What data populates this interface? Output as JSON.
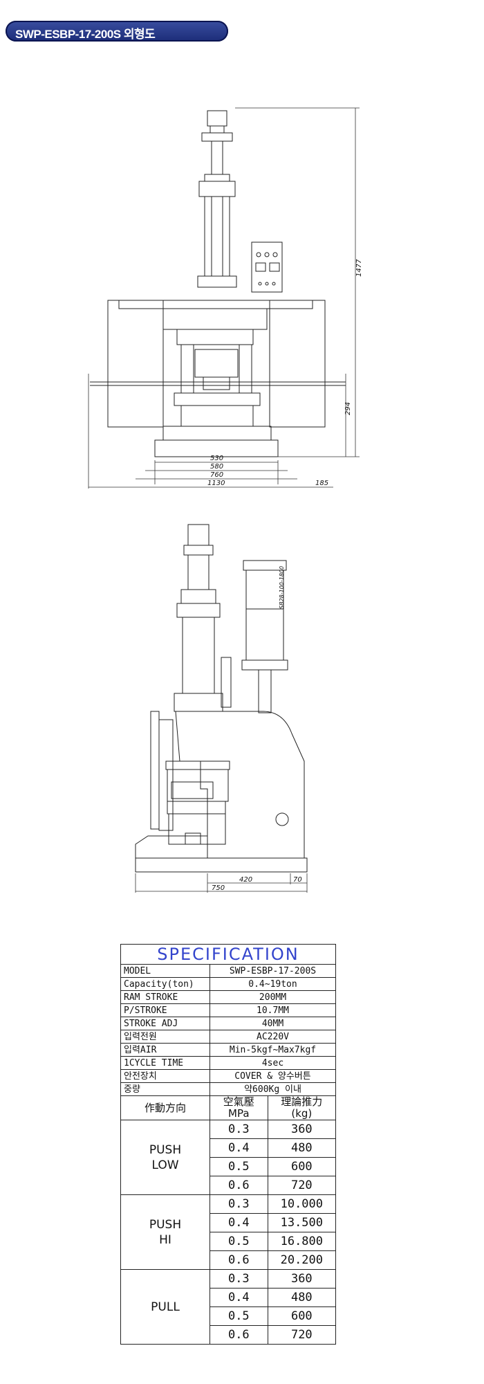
{
  "header": {
    "title": "SWP-ESBP-17-200S 외형도"
  },
  "front_view": {
    "dims": [
      "1477",
      "294",
      "530",
      "580",
      "760",
      "1130",
      "185"
    ]
  },
  "side_view": {
    "dims": [
      "420",
      "70",
      "750"
    ],
    "cylinder_label": "SB28-100-1800"
  },
  "spec": {
    "title": "SPECIFICATION",
    "rows": [
      {
        "label": "MODEL",
        "value": "SWP-ESBP-17-200S"
      },
      {
        "label": "Capacity(ton)",
        "value": "0.4~19ton"
      },
      {
        "label": "RAM STROKE",
        "value": "200MM"
      },
      {
        "label": "P/STROKE",
        "value": "10.7MM"
      },
      {
        "label": "STROKE ADJ",
        "value": "40MM"
      },
      {
        "label": "입력전원",
        "value": "AC220V"
      },
      {
        "label": "입력AIR",
        "value": "Min-5kgf~Max7kgf"
      },
      {
        "label": "1CYCLE TIME",
        "value": "4sec"
      },
      {
        "label": "안전장치",
        "value": "COVER & 양수버튼"
      },
      {
        "label": "중량",
        "value": "약600Kg 이내"
      }
    ],
    "headers": [
      "作動方向",
      "空氣壓MPa",
      "理論推力(kg)"
    ],
    "groups": [
      {
        "name": "PUSH\nLOW",
        "rows": [
          {
            "p": "0.3",
            "f": "360"
          },
          {
            "p": "0.4",
            "f": "480"
          },
          {
            "p": "0.5",
            "f": "600"
          },
          {
            "p": "0.6",
            "f": "720"
          }
        ]
      },
      {
        "name": "PUSH\nHI",
        "rows": [
          {
            "p": "0.3",
            "f": "10.000"
          },
          {
            "p": "0.4",
            "f": "13.500"
          },
          {
            "p": "0.5",
            "f": "16.800"
          },
          {
            "p": "0.6",
            "f": "20.200"
          }
        ]
      },
      {
        "name": "PULL",
        "rows": [
          {
            "p": "0.3",
            "f": "360"
          },
          {
            "p": "0.4",
            "f": "480"
          },
          {
            "p": "0.5",
            "f": "600"
          },
          {
            "p": "0.6",
            "f": "720"
          }
        ]
      }
    ]
  }
}
